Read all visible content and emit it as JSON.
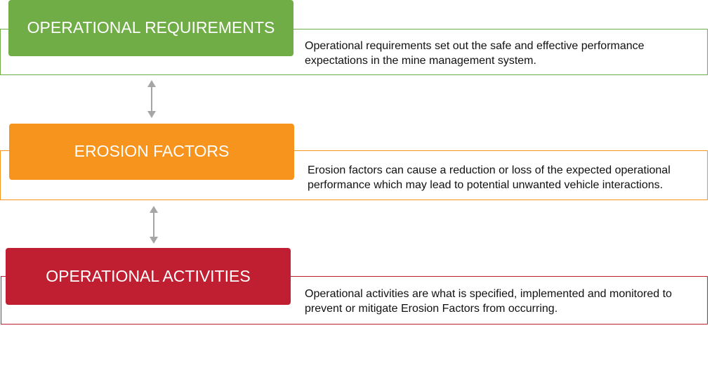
{
  "colors": {
    "requirements": "#70ad47",
    "erosion": "#f7941d",
    "activities": "#c01f31",
    "arrow": "#a6a6a6"
  },
  "blocks": [
    {
      "title": "OPERATIONAL REQUIREMENTS",
      "description": "Operational requirements set out the safe and effective performance expectations in the mine management system."
    },
    {
      "title": "EROSION FACTORS",
      "description": "Erosion factors can cause a reduction or loss of the expected operational performance which may lead to potential unwanted vehicle interactions."
    },
    {
      "title": "OPERATIONAL ACTIVITIES",
      "description": "Operational activities are what is specified, implemented and monitored to prevent or mitigate Erosion Factors from occurring."
    }
  ],
  "connectors": [
    {
      "icon": "double-arrow-icon",
      "from": "OPERATIONAL REQUIREMENTS",
      "to": "EROSION FACTORS"
    },
    {
      "icon": "double-arrow-icon",
      "from": "EROSION FACTORS",
      "to": "OPERATIONAL ACTIVITIES"
    }
  ]
}
